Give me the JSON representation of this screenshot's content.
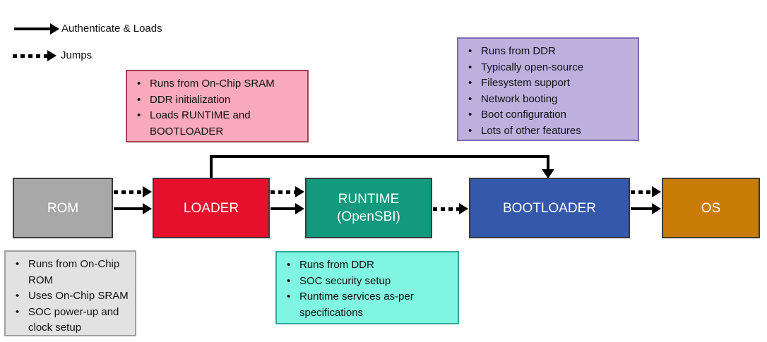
{
  "legend": {
    "authenticate_label": "Authenticate & Loads",
    "jumps_label": "Jumps"
  },
  "flow": {
    "nodes": [
      {
        "id": "rom",
        "label": "ROM",
        "color": "#a8a8a8"
      },
      {
        "id": "loader",
        "label": "LOADER",
        "color": "#e6102c"
      },
      {
        "id": "runtime",
        "label_line1": "RUNTIME",
        "label_line2": "(OpenSBI)",
        "color": "#12997e"
      },
      {
        "id": "bootloader",
        "label": "BOOTLOADER",
        "color": "#3458aa"
      },
      {
        "id": "os",
        "label": "OS",
        "color": "#c87b06"
      }
    ],
    "edges": [
      {
        "from": "ROM",
        "to": "LOADER",
        "types": [
          "jumps",
          "authenticate-loads"
        ]
      },
      {
        "from": "LOADER",
        "to": "RUNTIME",
        "types": [
          "jumps",
          "authenticate-loads"
        ]
      },
      {
        "from": "RUNTIME",
        "to": "BOOTLOADER",
        "types": [
          "jumps"
        ]
      },
      {
        "from": "LOADER",
        "to": "BOOTLOADER",
        "types": [
          "authenticate-loads"
        ]
      },
      {
        "from": "BOOTLOADER",
        "to": "OS",
        "types": [
          "jumps",
          "authenticate-loads"
        ]
      }
    ]
  },
  "notes": {
    "loader": {
      "color": "#f8a9bb",
      "items": [
        "Runs from On-Chip SRAM",
        "DDR initialization",
        "Loads RUNTIME and BOOTLOADER"
      ]
    },
    "bootloader": {
      "color": "#bdafde",
      "items": [
        "Runs from DDR",
        "Typically open-source",
        "Filesystem support",
        "Network booting",
        "Boot configuration",
        "Lots of other features"
      ]
    },
    "rom": {
      "color": "#e2e2e2",
      "items": [
        "Runs from On-Chip ROM",
        "Uses On-Chip SRAM",
        "SOC power-up and clock setup"
      ]
    },
    "runtime": {
      "color": "#80f5e1",
      "items": [
        "Runs from DDR",
        "SOC security setup",
        "Runtime services as-per specifications"
      ]
    }
  }
}
